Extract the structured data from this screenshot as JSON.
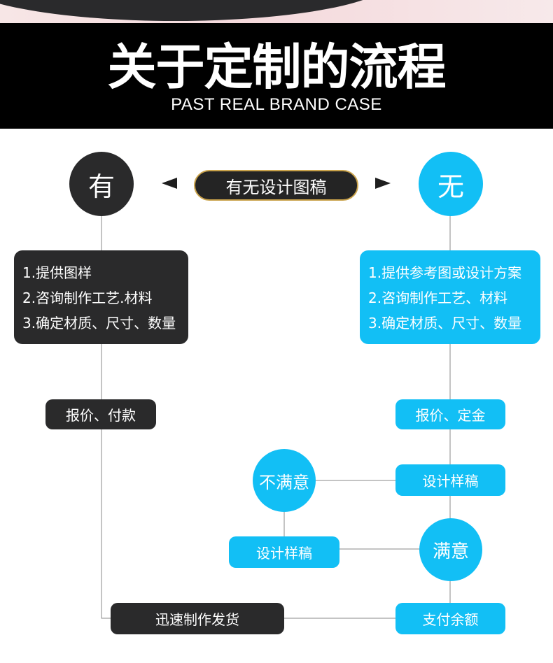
{
  "header": {
    "title": "关于定制的流程",
    "subtitle": "PAST REAL BRAND CASE"
  },
  "flow": {
    "question": "有无设计图稿",
    "yes_label": "有",
    "no_label": "无",
    "left": {
      "steps": [
        "1.提供图样",
        "2.咨询制作工艺.材料",
        "3.确定材质、尺寸、数量"
      ],
      "quote_pay": "报价、付款",
      "produce_ship": "迅速制作发货"
    },
    "right": {
      "steps": [
        "1.提供参考图或设计方案",
        "2.咨询制作工艺、材料",
        "3.确定材质、尺寸、数量"
      ],
      "quote_deposit": "报价、定金",
      "design_draft": "设计样稿",
      "unsatisfied": "不满意",
      "redesign_draft": "设计样稿",
      "satisfied": "满意",
      "pay_balance": "支付余额"
    }
  },
  "colors": {
    "dark": "#2a2a2b",
    "blue": "#12bff5",
    "header_bg": "#000000",
    "pill_border": "#c9a24a"
  }
}
